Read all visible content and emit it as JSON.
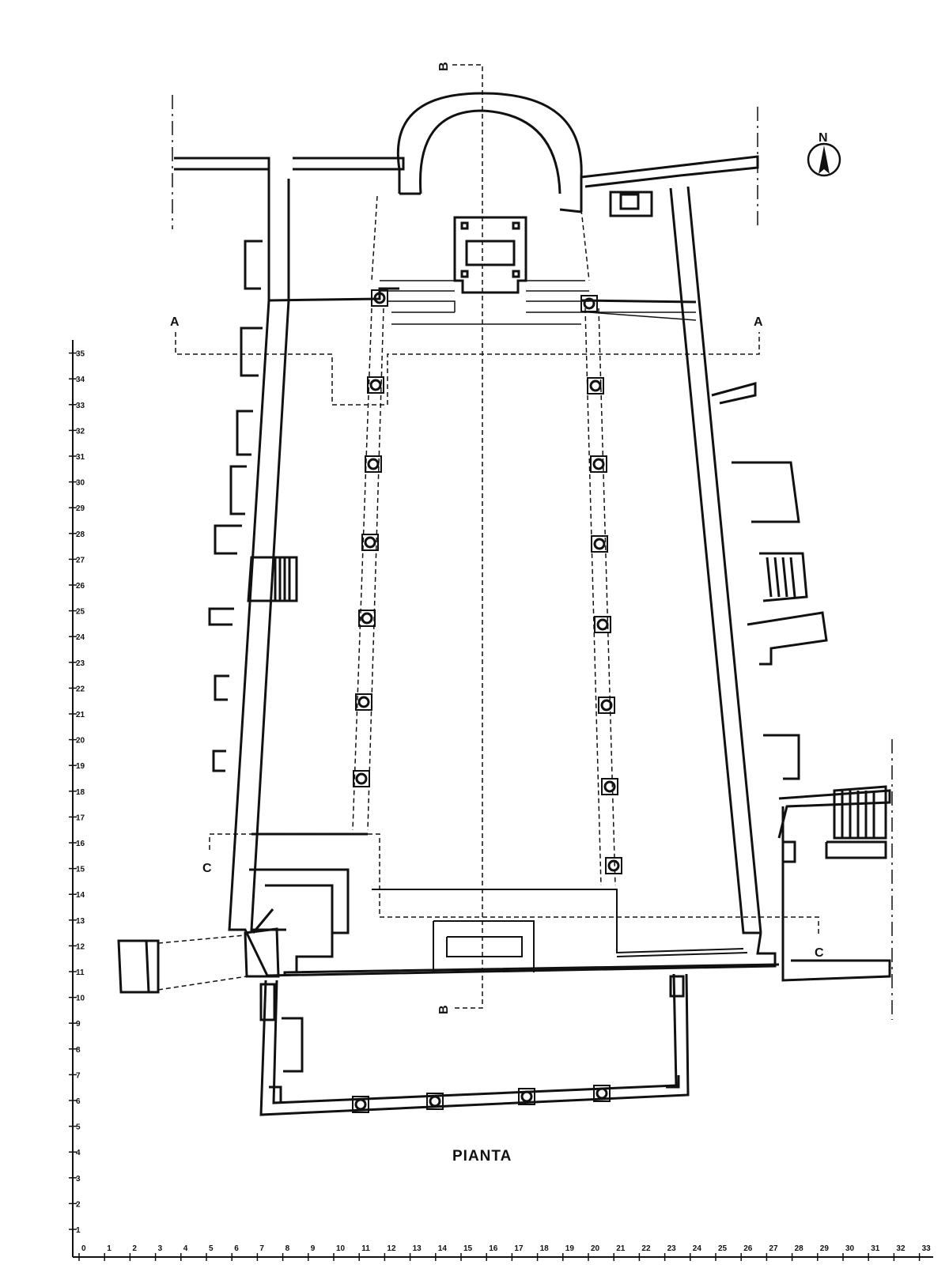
{
  "title": "PIANTA",
  "north_label": "N",
  "section_labels": {
    "a_left": "A",
    "a_right": "A",
    "b_top": "B",
    "b_bottom": "B",
    "c_left": "C",
    "c_right": "C"
  },
  "x_scale_labels": [
    "0",
    "1",
    "2",
    "3",
    "4",
    "5",
    "6",
    "7",
    "8",
    "9",
    "10",
    "11",
    "12",
    "13",
    "14",
    "15",
    "16",
    "17",
    "18",
    "19",
    "20",
    "21",
    "22",
    "23",
    "24",
    "25",
    "26",
    "27",
    "28",
    "29",
    "30",
    "31",
    "32",
    "33"
  ],
  "y_scale_labels": [
    "1",
    "2",
    "3",
    "4",
    "5",
    "6",
    "7",
    "8",
    "9",
    "10",
    "11",
    "12",
    "13",
    "14",
    "15",
    "16",
    "17",
    "18",
    "19",
    "20",
    "21",
    "22",
    "23",
    "24",
    "25",
    "26",
    "27",
    "28",
    "29",
    "30",
    "31",
    "32",
    "33",
    "34",
    "35"
  ],
  "colors": {
    "ink": "#111111",
    "paper": "#ffffff"
  }
}
